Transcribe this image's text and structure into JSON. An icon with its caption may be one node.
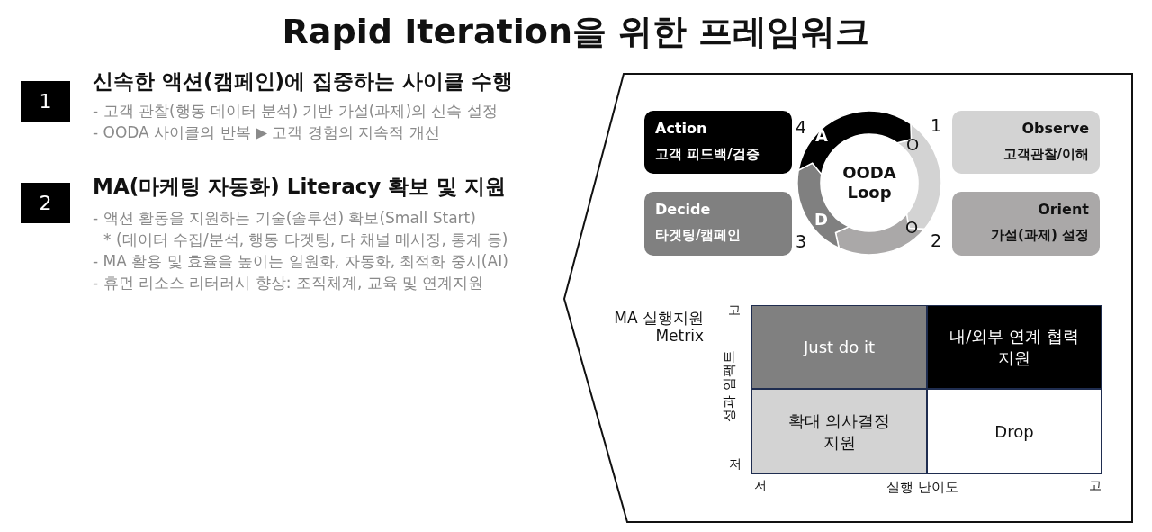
{
  "diagram": {
    "title": "Rapid Iteration을 위한 프레임워크",
    "nodes": [
      {
        "text": [
          "1"
        ]
      },
      {
        "text": [
          "2"
        ]
      },
      {
        "text": [],
        "shape": "box"
      },
      {
        "text": [
          "Action",
          "고객 피드백/검증"
        ],
        "in": 2
      },
      {
        "text": [
          "OODA Loop"
        ],
        "in": 2
      },
      {
        "text": [
          "Observe",
          "고객관찰/이해"
        ],
        "in": 2
      },
      {
        "text": [
          "Decide",
          "타겟팅/캠페인"
        ],
        "in": 2
      },
      {
        "text": [
          "Orient",
          "가설(과제) 설정"
        ],
        "in": 2
      },
      {
        "text": [
          "Just do it"
        ],
        "in": 2
      },
      {
        "text": [
          "내/외부 연계 협력 지원"
        ],
        "in": 2
      },
      {
        "text": [
          "확대 의사결정 지원"
        ],
        "in": 2
      },
      {
        "text": [
          "Drop"
        ],
        "in": 2
      }
    ],
    "edges": [],
    "labels": [
      "신속한 액션(캠페인)에 집중하는 사이클 수행",
      "- 고객 관찰(행동 데이터 분석) 기반 가설(과제)의 신속 설정",
      "- OODA 사이클의 반복 ▶ 고객 경험의 지속적 개선",
      "MA(마케팅 자동화) Literacy 확보 및 지원",
      "- 액션 활동을 지원하는 기술(솔루션) 확보(Small Start)",
      "* (데이터 수집/분석, 행동 타겟팅, 다 채널 메시징, 통계 등)",
      "- MA 활용 및 효율을 높이는 일원화, 자동화, 최적화 중시(AI)",
      "- 휴먼 리소스 리터러시 향상: 조직체계, 교육 및 연계지원",
      "4",
      "A",
      "O",
      "1",
      "D",
      "O",
      "3",
      "2",
      "MA 실행지원 Metrix",
      "고",
      "성과 임팩트",
      "저",
      "저",
      "실행 난이도",
      "고"
    ]
  }
}
